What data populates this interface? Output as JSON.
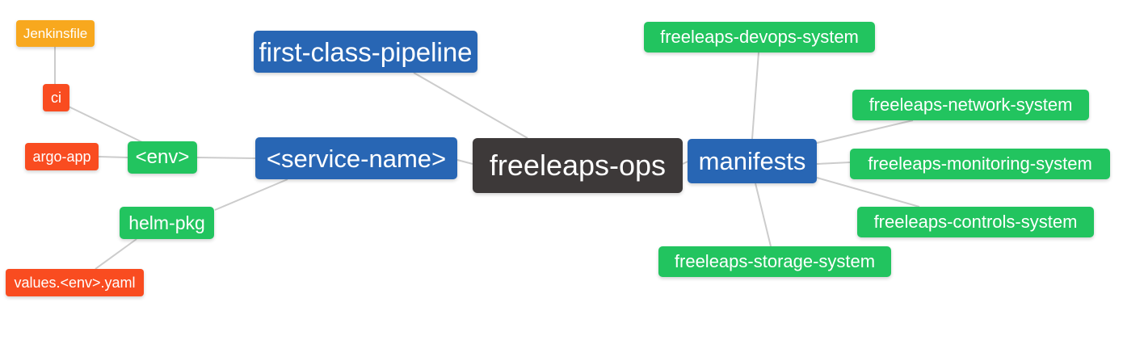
{
  "palette": {
    "background": "#ffffff",
    "connector": "#cccccc",
    "text": "#ffffff",
    "blue": "#2866b4",
    "green": "#22c45f",
    "orange": "#f8a81e",
    "red": "#f94c20",
    "dark": "#3d3939"
  },
  "nodes": [
    {
      "id": "jenkinsfile",
      "label": "Jenkinsfile"
    },
    {
      "id": "ci",
      "label": "ci"
    },
    {
      "id": "argo-app",
      "label": "argo-app"
    },
    {
      "id": "env",
      "label": "<env>"
    },
    {
      "id": "helm-pkg",
      "label": "helm-pkg"
    },
    {
      "id": "values-env-yaml",
      "label": "values.<env>.yaml"
    },
    {
      "id": "first-class-pipeline",
      "label": "first-class-pipeline"
    },
    {
      "id": "service-name",
      "label": "<service-name>"
    },
    {
      "id": "freeleaps-ops",
      "label": "freeleaps-ops"
    },
    {
      "id": "manifests",
      "label": "manifests"
    },
    {
      "id": "freeleaps-devops-system",
      "label": "freeleaps-devops-system"
    },
    {
      "id": "freeleaps-network-system",
      "label": "freeleaps-network-system"
    },
    {
      "id": "freeleaps-monitoring-system",
      "label": "freeleaps-monitoring-system"
    },
    {
      "id": "freeleaps-controls-system",
      "label": "freeleaps-controls-system"
    },
    {
      "id": "freeleaps-storage-system",
      "label": "freeleaps-storage-system"
    }
  ]
}
